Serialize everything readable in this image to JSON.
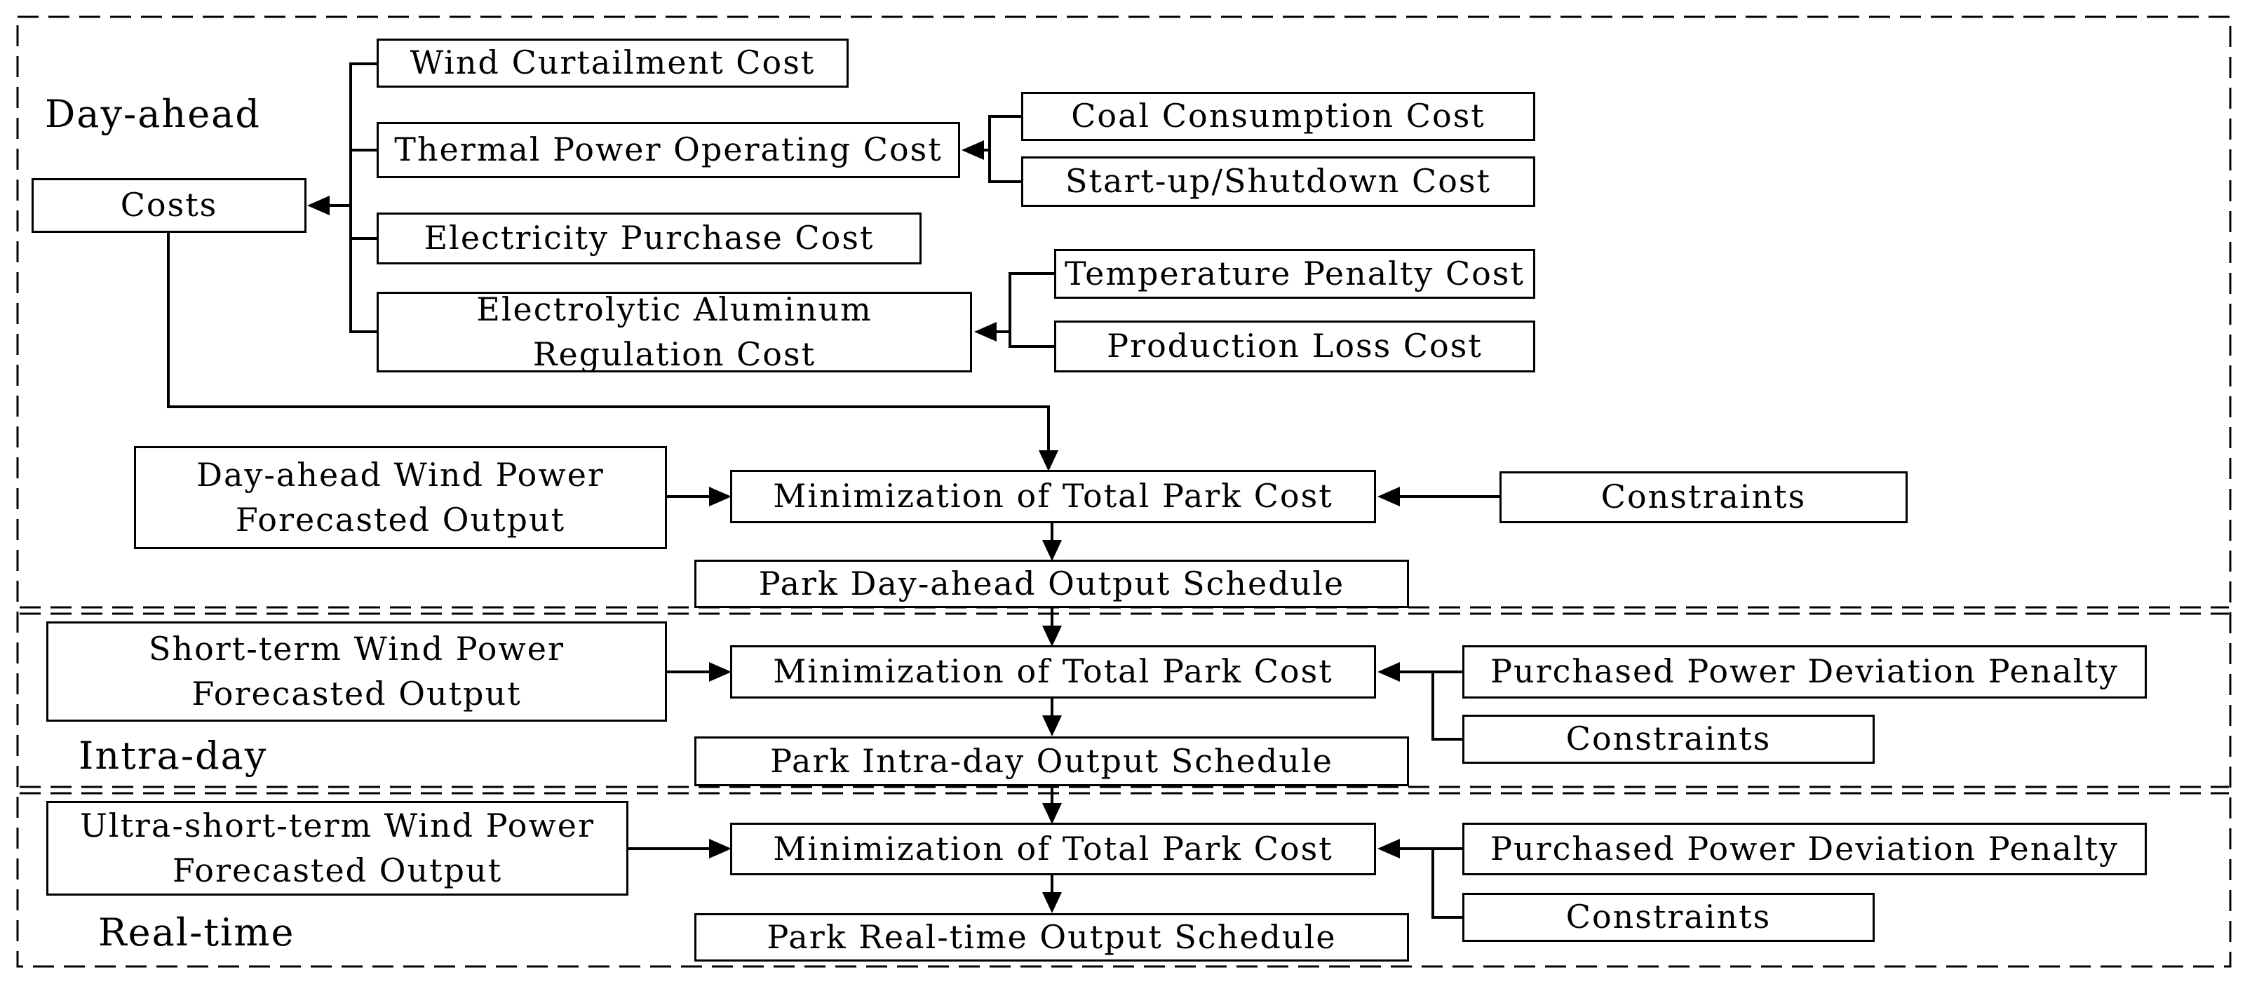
{
  "sections": {
    "day_ahead": {
      "label": "Day-ahead"
    },
    "intra_day": {
      "label": "Intra-day"
    },
    "real_time": {
      "label": "Real-time"
    }
  },
  "boxes": {
    "costs": {
      "label": "Costs"
    },
    "wind_curtailment": {
      "label": "Wind Curtailment Cost"
    },
    "thermal_operating": {
      "label": "Thermal Power Operating Cost"
    },
    "coal_consumption": {
      "label": "Coal Consumption Cost"
    },
    "startup_shutdown": {
      "label": "Start-up/Shutdown Cost"
    },
    "electricity_purchase": {
      "label": "Electricity Purchase Cost"
    },
    "electrolytic_regulation": {
      "line1": "Electrolytic Aluminum",
      "line2": "Regulation Cost"
    },
    "temperature_penalty": {
      "label": "Temperature Penalty Cost"
    },
    "production_loss": {
      "label": "Production Loss Cost"
    },
    "day_ahead_wind": {
      "line1": "Day-ahead Wind Power",
      "line2": "Forecasted Output"
    },
    "minimization_day_ahead": {
      "label": "Minimization of Total Park Cost"
    },
    "constraints_day_ahead": {
      "label": "Constraints"
    },
    "park_day_ahead": {
      "label": "Park Day-ahead Output Schedule"
    },
    "short_term_wind": {
      "line1": "Short-term Wind Power",
      "line2": "Forecasted Output"
    },
    "minimization_intra_day": {
      "label": "Minimization of Total Park Cost"
    },
    "purchased_penalty_intra_day": {
      "label": "Purchased Power Deviation Penalty"
    },
    "constraints_intra_day": {
      "label": "Constraints"
    },
    "park_intra_day": {
      "label": "Park Intra-day Output Schedule"
    },
    "ultra_short_term_wind": {
      "line1": "Ultra-short-term Wind Power",
      "line2": "Forecasted Output"
    },
    "minimization_real_time": {
      "label": "Minimization of Total Park Cost"
    },
    "purchased_penalty_real_time": {
      "label": "Purchased Power Deviation Penalty"
    },
    "constraints_real_time": {
      "label": "Constraints"
    },
    "park_real_time": {
      "label": "Park Real-time Output Schedule"
    }
  },
  "colors": {
    "line": "#000000",
    "background": "#ffffff"
  }
}
